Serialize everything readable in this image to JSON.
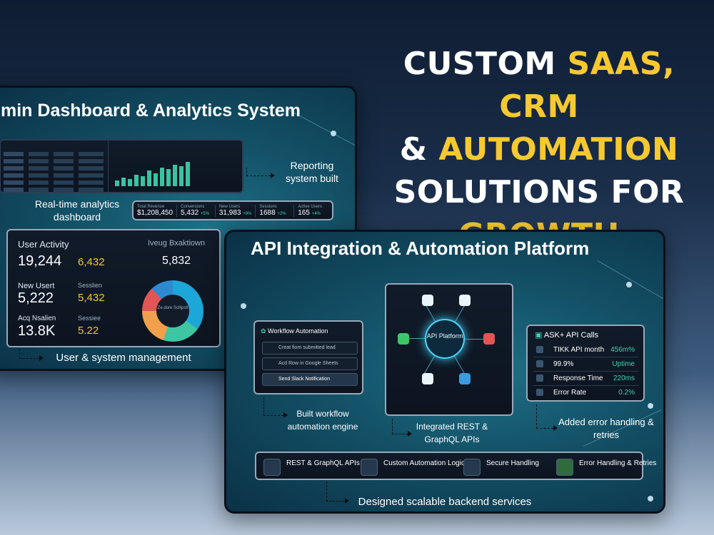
{
  "headline": {
    "line1_white": "CUSTOM ",
    "line1_yellow": "SAAS, CRM",
    "line2_white": "& ",
    "line2_yellow": "AUTOMATION",
    "line3_white": "SOLUTIONS FOR",
    "line4_yellow": "GROWTH"
  },
  "colors": {
    "accent_yellow": "#f6c930",
    "panel_teal": "#135066",
    "card_dark": "#0c1420"
  },
  "panel1": {
    "title": "min Dashboard & Analytics System",
    "reporting_caption": "Reporting system built",
    "realtime_caption": "Real-time analytics dashboard",
    "user_caption": "User & system management",
    "stats": [
      {
        "label": "Total Revenue",
        "value": "$1,208,450"
      },
      {
        "label": "Conversions",
        "value": "5,432",
        "delta": "+5%"
      },
      {
        "label": "New Users",
        "value": "31,983",
        "delta": "+9%"
      },
      {
        "label": "Sessions",
        "value": "1688",
        "delta": "+2%"
      },
      {
        "label": "Active Users",
        "value": "165",
        "delta": "+4%"
      }
    ],
    "activity": {
      "title": "User Activity",
      "breakdown_title": "Iveug Bxaktiown",
      "v1": "19,244",
      "v2": "6,432",
      "v3": "5,832",
      "new_users_label": "New Usert",
      "new_users_value": "5,222",
      "session_label": "Sesslien",
      "session_value": "5,432",
      "sessions2_label": "Acq Nsalien",
      "sessions2_value": "13.8K",
      "sessions3_label": "Sessiee",
      "sessions3_value": "5.22",
      "donut_label": "Ze.dore Scllipstl"
    }
  },
  "panel2": {
    "title": "API Integration & Automation Platform",
    "workflow": {
      "title": "Workflow Automation",
      "items": [
        "Creat fiom submitted lead",
        "Acd Row in Google Sheets",
        "Send Slack Notification"
      ]
    },
    "hub_label": "API Platform",
    "api_calls": {
      "title": "ASK+ API Calls",
      "rows": [
        {
          "value": "TIKK API month",
          "right": "456m%"
        },
        {
          "value": "99.9%",
          "right": "Uptime"
        },
        {
          "value": "Response Time",
          "right": "220ms"
        },
        {
          "value": "Error Rate",
          "right": "0.2%"
        }
      ]
    },
    "workflow_caption": "Built workflow automation engine",
    "rest_caption": "Integrated REST & GraphQL APIs",
    "error_caption": "Added error handling & retries",
    "features": [
      "REST & GraphQL APIs",
      "Custom Automation Logic",
      "Secure Handling",
      "Error Handling & Retries"
    ],
    "backend_caption": "Designed scalable backend services"
  }
}
